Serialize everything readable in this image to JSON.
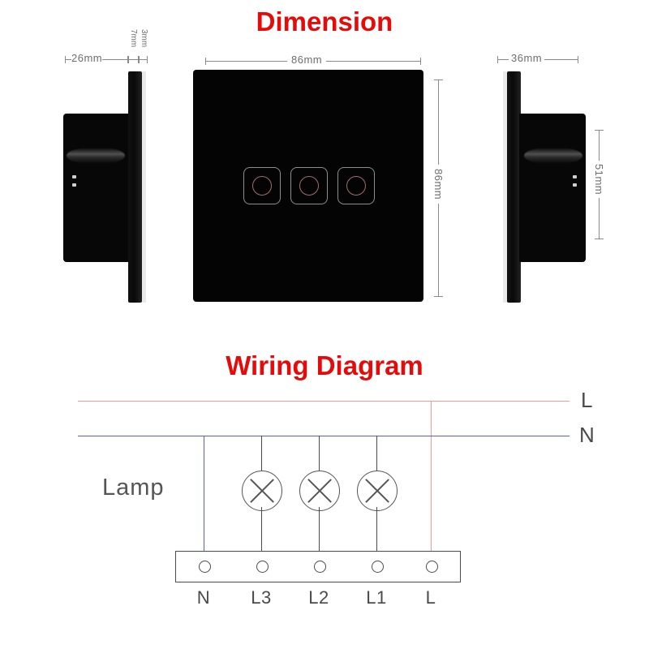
{
  "page": {
    "background": "#ffffff",
    "accent_red": "#e50b0b",
    "line_gray": "#8a8a8a"
  },
  "sections": {
    "dimension": {
      "title": "Dimension",
      "views": {
        "left_side": {
          "name": "left-side-view",
          "dims": [
            {
              "id": "depth-26mm",
              "label": "26mm",
              "orientation": "horizontal"
            },
            {
              "id": "thickness-7mm",
              "label": "7mm",
              "orientation": "vertical"
            },
            {
              "id": "thickness-3mm",
              "label": "3mm",
              "orientation": "vertical"
            }
          ]
        },
        "front": {
          "name": "front-panel-view",
          "dims": [
            {
              "id": "width-86mm",
              "label": "86mm",
              "orientation": "horizontal"
            },
            {
              "id": "height-86mm",
              "label": "86mm",
              "orientation": "vertical"
            }
          ],
          "touch_buttons": [
            {
              "id": "touch-button-1"
            },
            {
              "id": "touch-button-2"
            },
            {
              "id": "touch-button-3"
            }
          ],
          "button_ring_color": "#a06e6e"
        },
        "right_side": {
          "name": "right-side-view",
          "dims": [
            {
              "id": "width-36mm",
              "label": "36mm",
              "orientation": "horizontal"
            },
            {
              "id": "height-51mm",
              "label": "51mm",
              "orientation": "vertical"
            }
          ]
        }
      }
    },
    "wiring": {
      "title": "Wiring Diagram",
      "rails": [
        {
          "id": "live-rail",
          "label": "L",
          "color": "#f29b9b"
        },
        {
          "id": "neutral-rail",
          "label": "N",
          "color": "#5a5ae8"
        }
      ],
      "lamp_group_label": "Lamp",
      "lamps": [
        {
          "id": "lamp-1",
          "connects_to": "L3"
        },
        {
          "id": "lamp-2",
          "connects_to": "L2"
        },
        {
          "id": "lamp-3",
          "connects_to": "L1"
        }
      ],
      "terminals": [
        {
          "id": "terminal-n",
          "label": "N",
          "wire": "neutral",
          "wire_color": "#5a5ae8"
        },
        {
          "id": "terminal-l3",
          "label": "L3",
          "wire": "lamp",
          "wire_color": "#4b4b4b"
        },
        {
          "id": "terminal-l2",
          "label": "L2",
          "wire": "lamp",
          "wire_color": "#4b4b4b"
        },
        {
          "id": "terminal-l1",
          "label": "L1",
          "wire": "lamp",
          "wire_color": "#4b4b4b"
        },
        {
          "id": "terminal-l",
          "label": "L",
          "wire": "live",
          "wire_color": "#f29b9b"
        }
      ]
    }
  }
}
